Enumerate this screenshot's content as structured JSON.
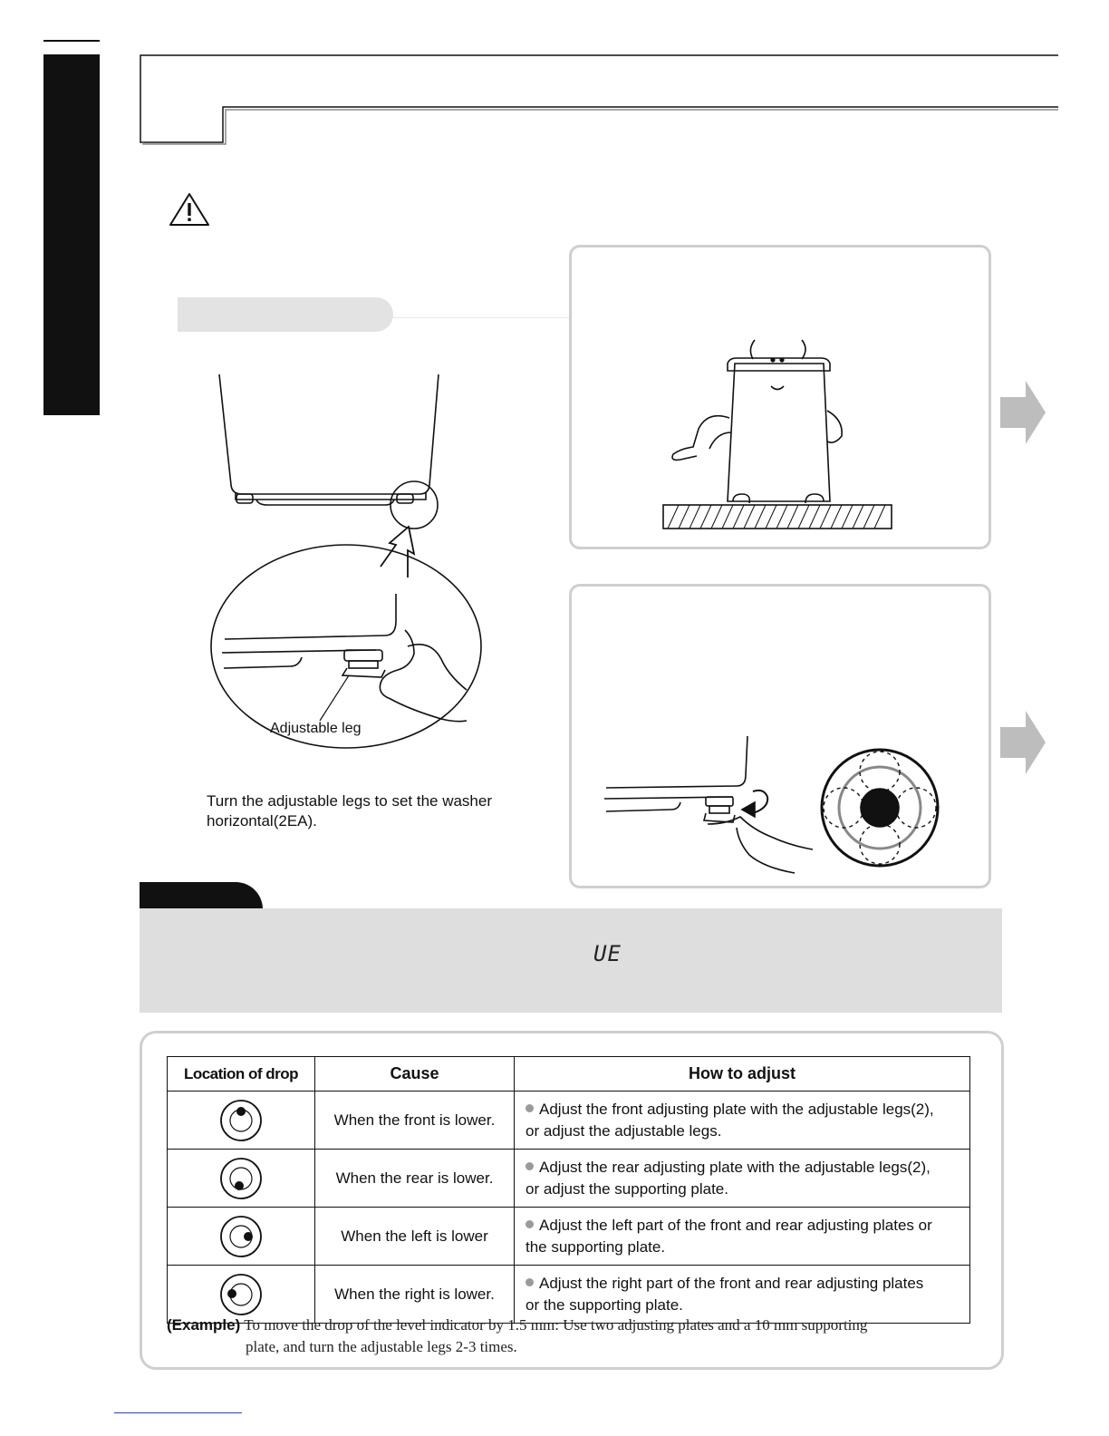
{
  "figure": {
    "leg_label": "Adjustable leg",
    "caption": "Turn the adjustable legs to set the washer horizontal(2EA)."
  },
  "note": {
    "error_code": "UE"
  },
  "table": {
    "headers": {
      "location": "Location of drop",
      "cause": "Cause",
      "adjust": "How to adjust"
    },
    "rows": [
      {
        "indicator": "drop-front-icon",
        "cause": "When the front is lower.",
        "adjust_line1": "Adjust the front adjusting plate with the adjustable legs(2),",
        "adjust_line2": "or adjust the adjustable legs."
      },
      {
        "indicator": "drop-rear-icon",
        "cause": "When the rear is lower.",
        "adjust_line1": "Adjust the rear adjusting plate with the adjustable legs(2),",
        "adjust_line2": "or adjust the supporting plate."
      },
      {
        "indicator": "drop-left-icon",
        "cause": "When the left is lower",
        "adjust_line1": "Adjust the left part of the front and rear adjusting plates or",
        "adjust_line2": "the supporting plate."
      },
      {
        "indicator": "drop-right-icon",
        "cause": "When the right is lower.",
        "adjust_line1": "Adjust the right part of the front and rear adjusting plates",
        "adjust_line2": "or the supporting plate."
      }
    ]
  },
  "example": {
    "label": "(Example)",
    "line1": "To move the drop of the level indicator by 1.5 mm: Use two adjusting plates and a 10 mm supporting",
    "line2": "plate, and turn the adjustable legs 2-3 times."
  }
}
